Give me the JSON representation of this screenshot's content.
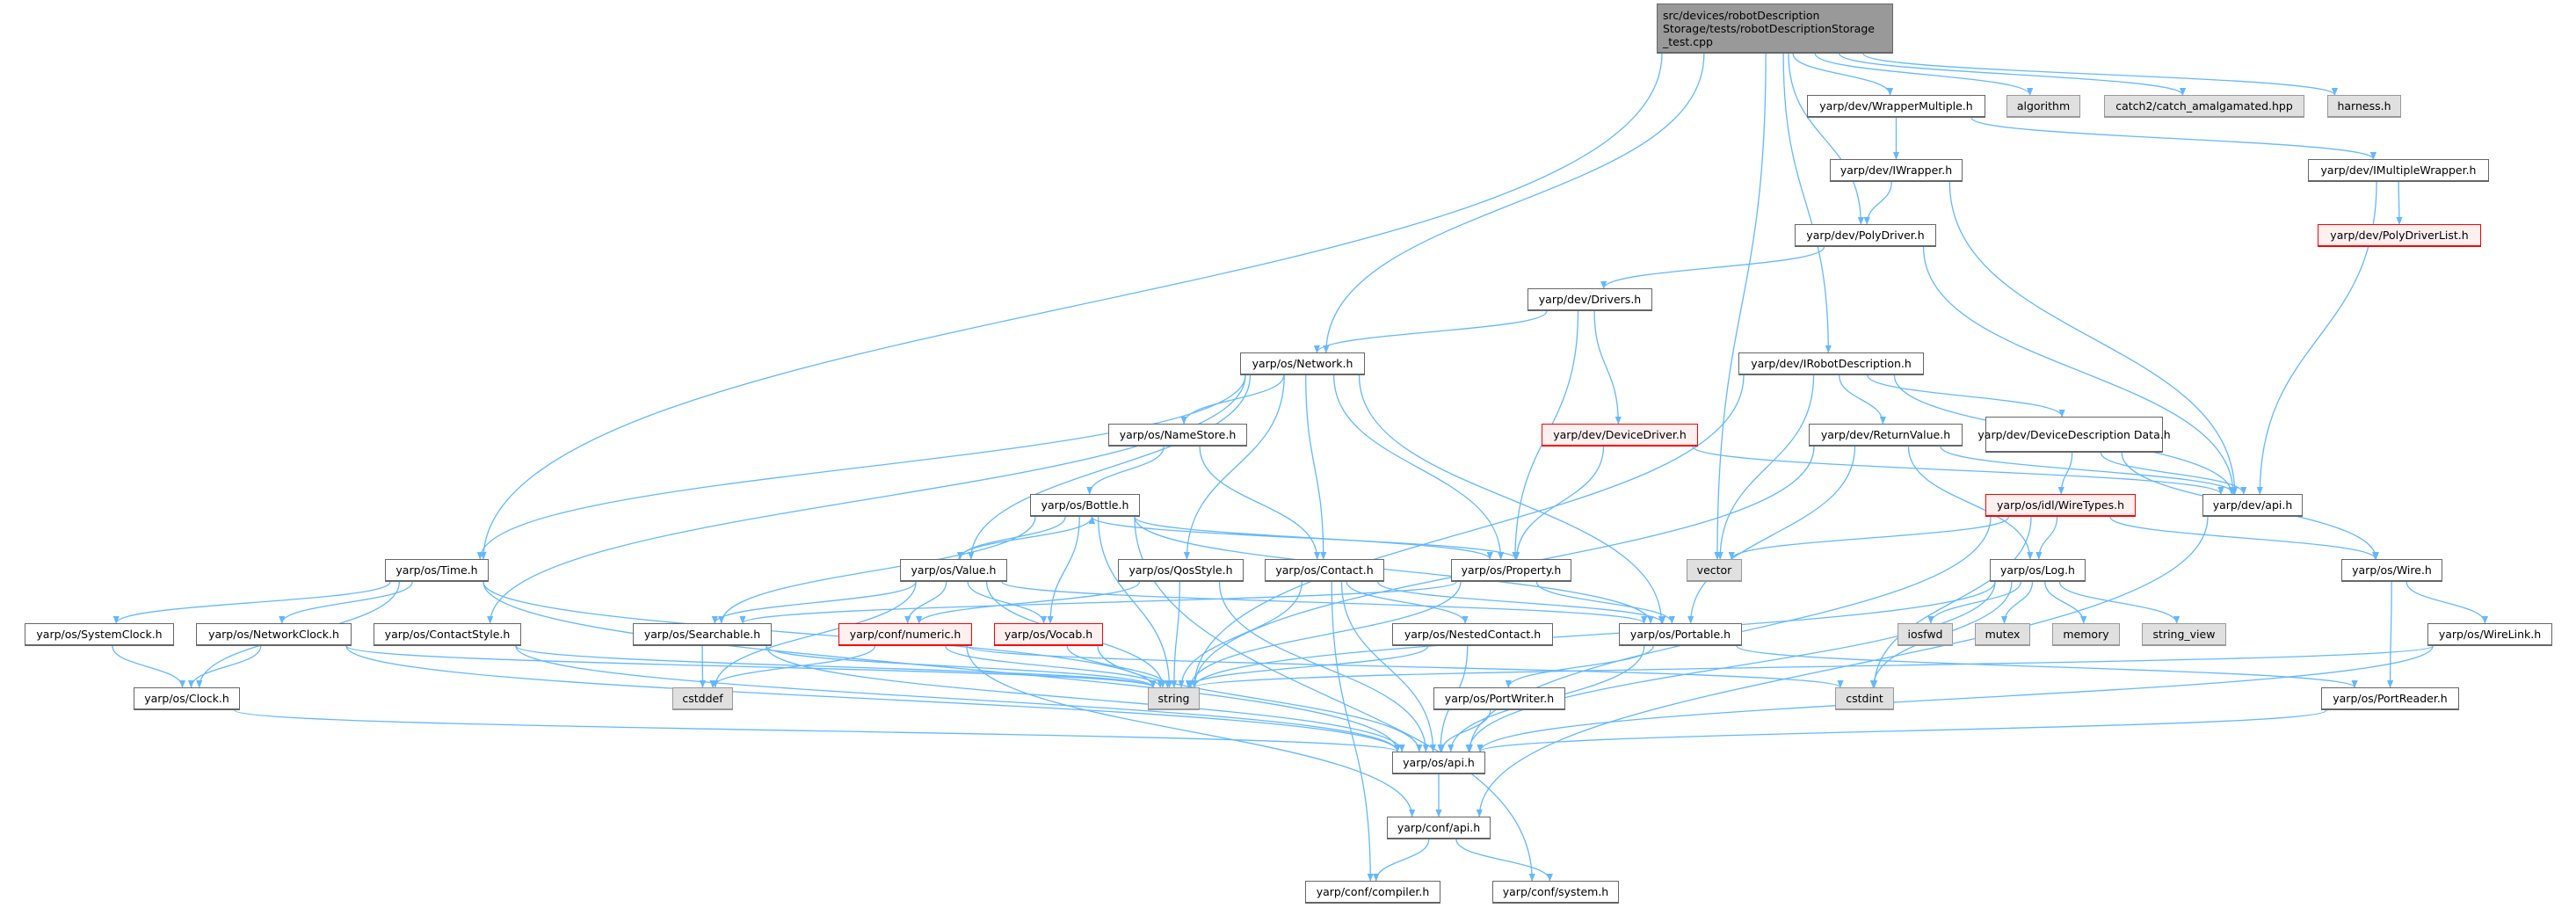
{
  "colors": {
    "edge": "#63b8ff",
    "root_fill": "#999999",
    "external_fill": "#e0e0e0",
    "missing_border": "#ff0000",
    "missing_fill": "#fff0f0"
  },
  "nodes": [
    {
      "id": "root",
      "label": "src/devices/robotDescription\nStorage/tests/robotDescriptionStorage\n_test.cpp",
      "kind": "root"
    },
    {
      "id": "wrapmult",
      "label": "yarp/dev/WrapperMultiple.h",
      "kind": "normal"
    },
    {
      "id": "algorithm",
      "label": "algorithm",
      "kind": "gray"
    },
    {
      "id": "catch2",
      "label": "catch2/catch_amalgamated.hpp",
      "kind": "gray"
    },
    {
      "id": "harness",
      "label": "harness.h",
      "kind": "gray"
    },
    {
      "id": "iwrapper",
      "label": "yarp/dev/IWrapper.h",
      "kind": "normal"
    },
    {
      "id": "imultwrap",
      "label": "yarp/dev/IMultipleWrapper.h",
      "kind": "normal"
    },
    {
      "id": "polydriver",
      "label": "yarp/dev/PolyDriver.h",
      "kind": "normal"
    },
    {
      "id": "polydriverlist",
      "label": "yarp/dev/PolyDriverList.h",
      "kind": "red"
    },
    {
      "id": "drivers",
      "label": "yarp/dev/Drivers.h",
      "kind": "normal"
    },
    {
      "id": "network",
      "label": "yarp/os/Network.h",
      "kind": "normal"
    },
    {
      "id": "irobot",
      "label": "yarp/dev/IRobotDescription.h",
      "kind": "normal"
    },
    {
      "id": "namestore",
      "label": "yarp/os/NameStore.h",
      "kind": "normal"
    },
    {
      "id": "devicedriver",
      "label": "yarp/dev/DeviceDriver.h",
      "kind": "red"
    },
    {
      "id": "returnvalue",
      "label": "yarp/dev/ReturnValue.h",
      "kind": "normal"
    },
    {
      "id": "devdescdata",
      "label": "yarp/dev/DeviceDescription\nData.h",
      "kind": "normal"
    },
    {
      "id": "bottle",
      "label": "yarp/os/Bottle.h",
      "kind": "normal"
    },
    {
      "id": "wiretypes",
      "label": "yarp/os/idl/WireTypes.h",
      "kind": "red"
    },
    {
      "id": "devapi",
      "label": "yarp/dev/api.h",
      "kind": "normal"
    },
    {
      "id": "time",
      "label": "yarp/os/Time.h",
      "kind": "normal"
    },
    {
      "id": "value",
      "label": "yarp/os/Value.h",
      "kind": "normal"
    },
    {
      "id": "qosstyle",
      "label": "yarp/os/QosStyle.h",
      "kind": "normal"
    },
    {
      "id": "contact",
      "label": "yarp/os/Contact.h",
      "kind": "normal"
    },
    {
      "id": "property",
      "label": "yarp/os/Property.h",
      "kind": "normal"
    },
    {
      "id": "vector",
      "label": "vector",
      "kind": "gray"
    },
    {
      "id": "log",
      "label": "yarp/os/Log.h",
      "kind": "normal"
    },
    {
      "id": "wire",
      "label": "yarp/os/Wire.h",
      "kind": "normal"
    },
    {
      "id": "systemclock",
      "label": "yarp/os/SystemClock.h",
      "kind": "normal"
    },
    {
      "id": "networkclock",
      "label": "yarp/os/NetworkClock.h",
      "kind": "normal"
    },
    {
      "id": "contactstyle",
      "label": "yarp/os/ContactStyle.h",
      "kind": "normal"
    },
    {
      "id": "searchable",
      "label": "yarp/os/Searchable.h",
      "kind": "normal"
    },
    {
      "id": "numeric",
      "label": "yarp/conf/numeric.h",
      "kind": "red"
    },
    {
      "id": "vocab",
      "label": "yarp/os/Vocab.h",
      "kind": "red"
    },
    {
      "id": "nestedcontact",
      "label": "yarp/os/NestedContact.h",
      "kind": "normal"
    },
    {
      "id": "portable",
      "label": "yarp/os/Portable.h",
      "kind": "normal"
    },
    {
      "id": "iosfwd",
      "label": "iosfwd",
      "kind": "gray"
    },
    {
      "id": "mutex",
      "label": "mutex",
      "kind": "gray"
    },
    {
      "id": "memory",
      "label": "memory",
      "kind": "gray"
    },
    {
      "id": "string_view",
      "label": "string_view",
      "kind": "gray"
    },
    {
      "id": "wirelink",
      "label": "yarp/os/WireLink.h",
      "kind": "normal"
    },
    {
      "id": "clock",
      "label": "yarp/os/Clock.h",
      "kind": "normal"
    },
    {
      "id": "cstddef",
      "label": "cstddef",
      "kind": "gray"
    },
    {
      "id": "string",
      "label": "string",
      "kind": "gray"
    },
    {
      "id": "portwriter",
      "label": "yarp/os/PortWriter.h",
      "kind": "normal"
    },
    {
      "id": "cstdint",
      "label": "cstdint",
      "kind": "gray"
    },
    {
      "id": "portreader",
      "label": "yarp/os/PortReader.h",
      "kind": "normal"
    },
    {
      "id": "osapi",
      "label": "yarp/os/api.h",
      "kind": "normal"
    },
    {
      "id": "confapi",
      "label": "yarp/conf/api.h",
      "kind": "normal"
    },
    {
      "id": "compiler",
      "label": "yarp/conf/compiler.h",
      "kind": "normal"
    },
    {
      "id": "system",
      "label": "yarp/conf/system.h",
      "kind": "normal"
    }
  ],
  "edges": [
    [
      "root",
      "time"
    ],
    [
      "root",
      "network"
    ],
    [
      "root",
      "vector"
    ],
    [
      "root",
      "irobot"
    ],
    [
      "root",
      "polydriver"
    ],
    [
      "root",
      "wrapmult"
    ],
    [
      "root",
      "algorithm"
    ],
    [
      "root",
      "catch2"
    ],
    [
      "root",
      "harness"
    ],
    [
      "wrapmult",
      "iwrapper"
    ],
    [
      "wrapmult",
      "imultwrap"
    ],
    [
      "iwrapper",
      "polydriver"
    ],
    [
      "iwrapper",
      "devapi"
    ],
    [
      "imultwrap",
      "polydriverlist"
    ],
    [
      "imultwrap",
      "devapi"
    ],
    [
      "polydriver",
      "drivers"
    ],
    [
      "polydriver",
      "devapi"
    ],
    [
      "drivers",
      "network"
    ],
    [
      "drivers",
      "property"
    ],
    [
      "drivers",
      "devicedriver"
    ],
    [
      "devicedriver",
      "property"
    ],
    [
      "devicedriver",
      "devapi"
    ],
    [
      "network",
      "time"
    ],
    [
      "network",
      "namestore"
    ],
    [
      "network",
      "contactstyle"
    ],
    [
      "network",
      "value"
    ],
    [
      "network",
      "qosstyle"
    ],
    [
      "network",
      "contact"
    ],
    [
      "network",
      "property"
    ],
    [
      "network",
      "portable"
    ],
    [
      "namestore",
      "bottle"
    ],
    [
      "namestore",
      "contact"
    ],
    [
      "irobot",
      "vector"
    ],
    [
      "irobot",
      "string"
    ],
    [
      "irobot",
      "returnvalue"
    ],
    [
      "irobot",
      "devdescdata"
    ],
    [
      "irobot",
      "devapi"
    ],
    [
      "returnvalue",
      "devapi"
    ],
    [
      "returnvalue",
      "log"
    ],
    [
      "returnvalue",
      "portable"
    ],
    [
      "returnvalue",
      "string"
    ],
    [
      "devdescdata",
      "devapi"
    ],
    [
      "devdescdata",
      "wiretypes"
    ],
    [
      "devdescdata",
      "wire"
    ],
    [
      "wiretypes",
      "vector"
    ],
    [
      "wiretypes",
      "log"
    ],
    [
      "wiretypes",
      "wire"
    ],
    [
      "wiretypes",
      "cstdint"
    ],
    [
      "wiretypes",
      "osapi"
    ],
    [
      "devapi",
      "confapi"
    ],
    [
      "bottle",
      "value"
    ],
    [
      "bottle",
      "property"
    ],
    [
      "bottle",
      "searchable"
    ],
    [
      "bottle",
      "vocab"
    ],
    [
      "bottle",
      "string"
    ],
    [
      "bottle",
      "portable"
    ],
    [
      "bottle",
      "system"
    ],
    [
      "value",
      "bottle"
    ],
    [
      "value",
      "searchable"
    ],
    [
      "value",
      "numeric"
    ],
    [
      "value",
      "vocab"
    ],
    [
      "value",
      "string"
    ],
    [
      "value",
      "cstddef"
    ],
    [
      "value",
      "portable"
    ],
    [
      "property",
      "bottle"
    ],
    [
      "property",
      "searchable"
    ],
    [
      "property",
      "string"
    ],
    [
      "property",
      "portable"
    ],
    [
      "qosstyle",
      "numeric"
    ],
    [
      "qosstyle",
      "string"
    ],
    [
      "qosstyle",
      "osapi"
    ],
    [
      "contact",
      "string"
    ],
    [
      "contact",
      "portable"
    ],
    [
      "contact",
      "nestedcontact"
    ],
    [
      "contact",
      "osapi"
    ],
    [
      "contact",
      "compiler"
    ],
    [
      "time",
      "systemclock"
    ],
    [
      "time",
      "networkclock"
    ],
    [
      "time",
      "clock"
    ],
    [
      "time",
      "string"
    ],
    [
      "time",
      "osapi"
    ],
    [
      "systemclock",
      "clock"
    ],
    [
      "networkclock",
      "clock"
    ],
    [
      "networkclock",
      "string"
    ],
    [
      "networkclock",
      "osapi"
    ],
    [
      "contactstyle",
      "string"
    ],
    [
      "contactstyle",
      "osapi"
    ],
    [
      "searchable",
      "cstddef"
    ],
    [
      "searchable",
      "string"
    ],
    [
      "searchable",
      "osapi"
    ],
    [
      "numeric",
      "cstddef"
    ],
    [
      "numeric",
      "string"
    ],
    [
      "numeric",
      "cstdint"
    ],
    [
      "numeric",
      "confapi"
    ],
    [
      "vocab",
      "string"
    ],
    [
      "vocab",
      "osapi"
    ],
    [
      "clock",
      "osapi"
    ],
    [
      "portable",
      "portwriter"
    ],
    [
      "portable",
      "portreader"
    ],
    [
      "portable",
      "osapi"
    ],
    [
      "nestedcontact",
      "string"
    ],
    [
      "nestedcontact",
      "osapi"
    ],
    [
      "portwriter",
      "osapi"
    ],
    [
      "log",
      "iosfwd"
    ],
    [
      "log",
      "mutex"
    ],
    [
      "log",
      "memory"
    ],
    [
      "log",
      "string_view"
    ],
    [
      "log",
      "cstdint"
    ],
    [
      "log",
      "osapi"
    ],
    [
      "log",
      "string"
    ],
    [
      "wire",
      "wirelink"
    ],
    [
      "wire",
      "portreader"
    ],
    [
      "wirelink",
      "string"
    ],
    [
      "wirelink",
      "osapi"
    ],
    [
      "portreader",
      "osapi"
    ],
    [
      "osapi",
      "confapi"
    ],
    [
      "confapi",
      "compiler"
    ],
    [
      "confapi",
      "system"
    ]
  ]
}
